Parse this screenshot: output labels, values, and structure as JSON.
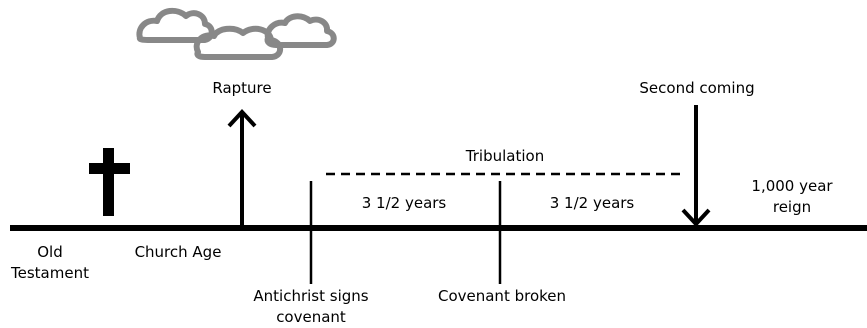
{
  "labels": {
    "old": "Old",
    "testament": "Testament",
    "church_age": "Church Age",
    "rapture": "Rapture",
    "tribulation": "Tribulation",
    "first_half": "3 1/2 years",
    "second_half": "3 1/2 years",
    "second_coming": "Second coming",
    "millennium_line1": "1,000 year",
    "millennium_line2": "reign",
    "antichrist_line1": "Antichrist signs",
    "antichrist_line2": "covenant",
    "covenant_broken": "Covenant broken"
  },
  "icons": {
    "cross": "cross-icon",
    "clouds": "clouds-icon",
    "rapture_arrow": "up-arrow-icon",
    "second_coming_arrow": "down-arrow-icon"
  },
  "colors": {
    "line": "#000000",
    "cloud_stroke": "#888888",
    "background": "#ffffff"
  }
}
